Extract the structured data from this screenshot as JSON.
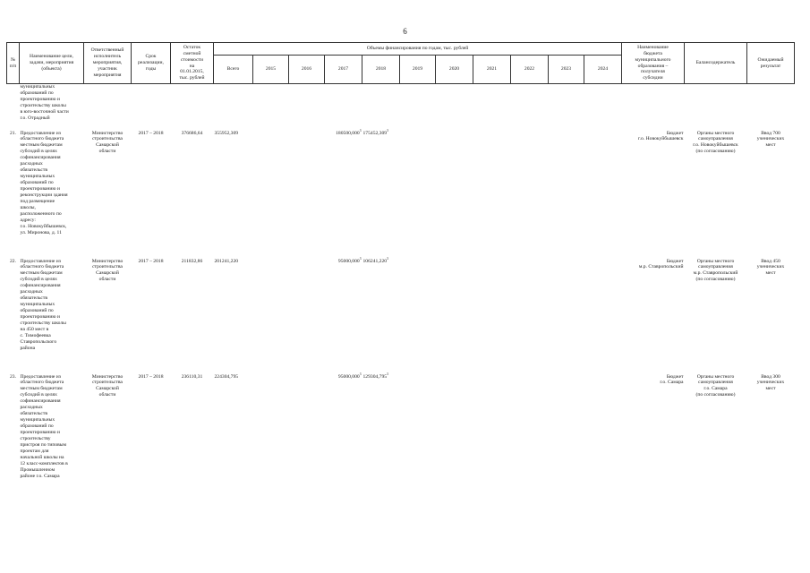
{
  "page_number": "6",
  "header": {
    "num": "№\nп/п",
    "name": "Наименование цели,\nзадачи, мероприятия\n(объекта)",
    "executor": "Ответственный\nисполнитель\nмероприятия,\nучастник\nмероприятия",
    "term": "Срок\nреализации,\nгоды",
    "balance": "Остаток\nсметной\nстоимости\nна\n01.01.2015,\nтыс. рублей",
    "funding": "Объемы финансирования по годам, тыс. рублей",
    "total": "Всего",
    "years": [
      "2015",
      "2016",
      "2017",
      "2018",
      "2019",
      "2020",
      "2021",
      "2022",
      "2023",
      "2024"
    ],
    "budget": "Наименование\nбюджета\nмуниципального\nобразования –\nполучателя\nсубсидии",
    "holder": "Балансодержатель",
    "result": "Ожидаемый\nрезультат"
  },
  "continuation": "муниципальных\nобразований по\nпроектированию и\nстроительству школы\nв юго-восточной части\nг.о. Отрадный",
  "rows": [
    {
      "num": "21.",
      "name": "Предоставление из\nобластного бюджета\nместным бюджетам\nсубсидий в целях\nсофинансирования\nрасходных\nобязательств\nмуниципальных\nобразований по\nпроектированию и\nреконструкции здания\nпод размещение\nшколы,\nрасположенного по\nадресу:\nг.о. Новокуйбышевск,\nул. Миронова, д. 11",
      "executor": "Министерство\nстроительства\nСамарской\nобласти",
      "term": "2017 – 2018",
      "balance": "376686,64",
      "total": "355952,309",
      "y2017": "180500,000",
      "y2018": "175452,309",
      "budget": "Бюджет\nг.о. Новокуйбышевск",
      "holder": "Органы местного\nсамоуправления\nг.о. Новокуйбышевск\n(по согласованию)",
      "result": "Ввод 700\nученических\nмест"
    },
    {
      "num": "22.",
      "name": "Предоставление из\nобластного бюджета\nместным бюджетам\nсубсидий в целях\nсофинансирования\nрасходных\nобязательств\nмуниципальных\nобразований по\nпроектированию и\nстроительству школы\nна 450 мест в\nс. Тимофеевка\nСтавропольского\nрайона",
      "executor": "Министерство\nстроительства\nСамарской\nобласти",
      "term": "2017 – 2018",
      "balance": "211832,86",
      "total": "201241,220",
      "y2017": "95000,000",
      "y2018": "106241,220",
      "budget": "Бюджет\nм.р. Ставропольский",
      "holder": "Органы местного\nсамоуправления\nм.р. Ставропольский\n(по согласованию)",
      "result": "Ввод 450\nученических\nмест"
    },
    {
      "num": "23.",
      "name": "Предоставление из\nобластного бюджета\nместным бюджетам\nсубсидий в целях\nсофинансирования\nрасходных\nобязательств\nмуниципальных\nобразований по\nпроектированию и\nстроительству\nпристроя по типовым\nпроектам для\nначальной школы на\n12 класс-комплектов в\nПромышленном\nрайоне г.о. Самара",
      "executor": "Министерство\nстроительства\nСамарской\nобласти",
      "term": "2017 – 2018",
      "balance": "236110,31",
      "total": "224304,795",
      "y2017": "95000,000",
      "y2018": "129304,795",
      "budget": "Бюджет\nг.о. Самара",
      "holder": "Органы местного\nсамоуправления\nг.о. Самара\n(по согласованию)",
      "result": "Ввод 300\nученических\nмест"
    }
  ],
  "footnote_mark": "3"
}
